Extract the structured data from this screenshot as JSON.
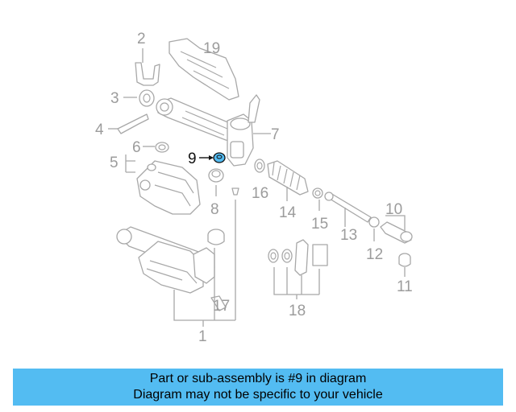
{
  "callouts": {
    "n1": "1",
    "n2": "2",
    "n3": "3",
    "n4": "4",
    "n5": "5",
    "n6": "6",
    "n7": "7",
    "n8": "8",
    "n9": "9",
    "n10": "10",
    "n11": "11",
    "n12": "12",
    "n13": "13",
    "n14": "14",
    "n15": "15",
    "n16": "16",
    "n17": "17",
    "n18": "18",
    "n19": "19"
  },
  "highlighted_part": "9",
  "highlight_color": "#53bcf2",
  "caption": {
    "line1": "Part or sub-assembly is #9 in diagram",
    "line2": "Diagram may not be specific to your vehicle"
  }
}
